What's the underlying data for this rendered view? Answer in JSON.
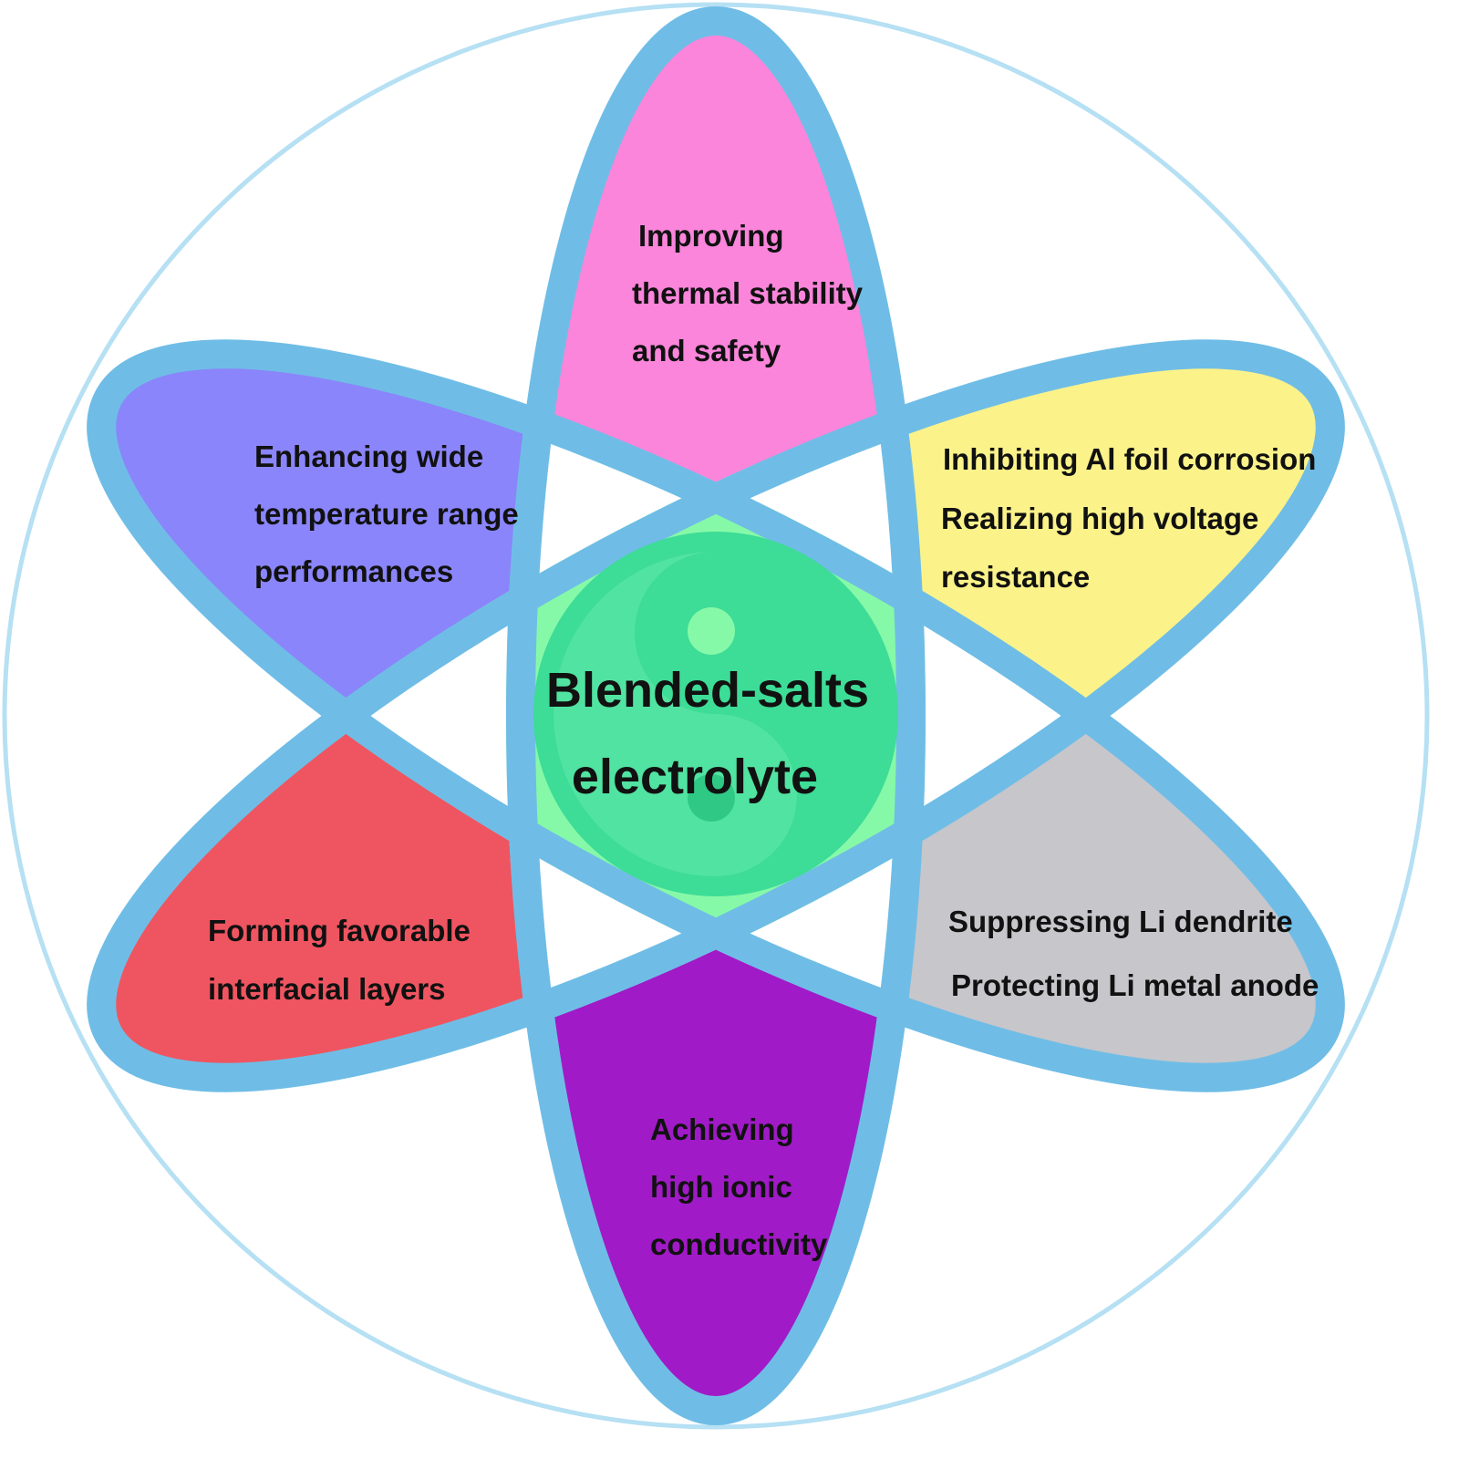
{
  "center": {
    "line1": "Blended-salts",
    "line2": "electrolyte"
  },
  "petals": [
    {
      "id": "top",
      "lines": [
        "Improving",
        "thermal  stability",
        "and safety"
      ],
      "color": "#fa85db"
    },
    {
      "id": "upper-right",
      "lines": [
        "Inhibiting Al foil corrosion",
        "Realizing high voltage",
        "resistance"
      ],
      "color": "#fbf28a"
    },
    {
      "id": "lower-right",
      "lines": [
        "Suppressing Li dendrite",
        "Protecting Li metal anode"
      ],
      "color": "#c6c6cb"
    },
    {
      "id": "bottom",
      "lines": [
        "Achieving",
        "high ionic",
        "conductivity"
      ],
      "color": "#a11ac7"
    },
    {
      "id": "lower-left",
      "lines": [
        "Forming favorable",
        "interfacial  layers"
      ],
      "color": "#ef5560"
    },
    {
      "id": "upper-left",
      "lines": [
        "Enhancing wide",
        "temperature range",
        "performances"
      ],
      "color": "#8a85fb"
    }
  ],
  "colors": {
    "orbit": "#6fbde6",
    "outer": "#b6e0f3",
    "hexagon": "#86f9a8",
    "yinyang": "#3ddc97"
  }
}
